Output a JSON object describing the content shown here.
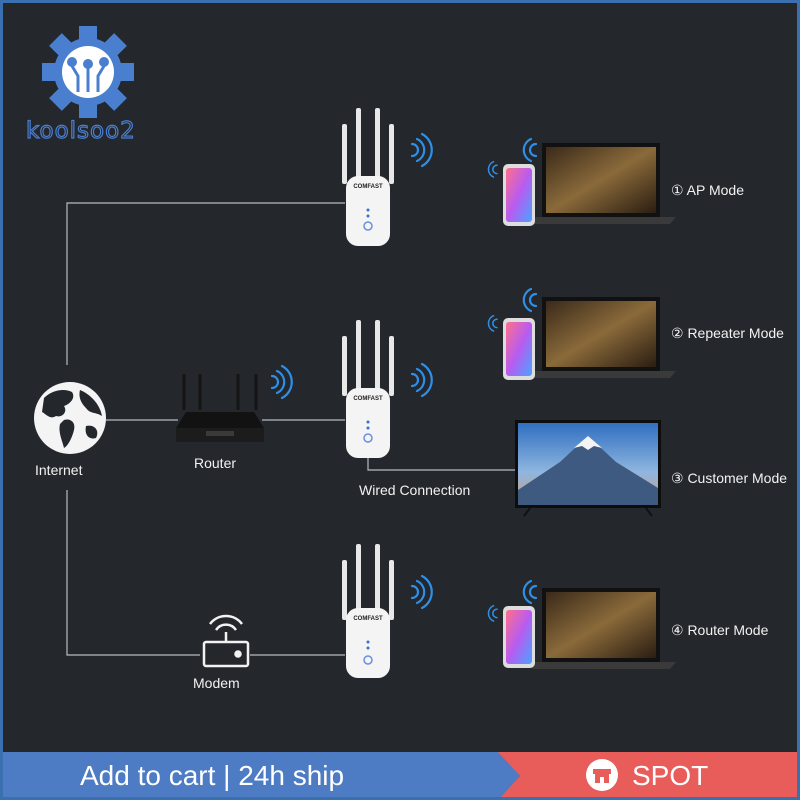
{
  "brand": {
    "logo_text": "koolsoo2"
  },
  "diagram": {
    "internet_label": "Internet",
    "router_label": "Router",
    "modem_label": "Modem",
    "wired_label": "Wired Connection",
    "device_brand": "COMFAST",
    "modes": [
      {
        "label": "① AP Mode"
      },
      {
        "label": "② Repeater Mode"
      },
      {
        "label": "③ Customer Mode"
      },
      {
        "label": "④ Router Mode"
      }
    ]
  },
  "bottom_bar": {
    "cart_text": "Add to cart  |  24h ship",
    "spot_text": "SPOT",
    "left_color": "#4d7bc4",
    "right_color": "#e85c5a",
    "shop_icon": "shop-icon"
  },
  "colors": {
    "background": "#24272c",
    "wifi": "#2f8fe6",
    "line": "#b8bcc2"
  }
}
